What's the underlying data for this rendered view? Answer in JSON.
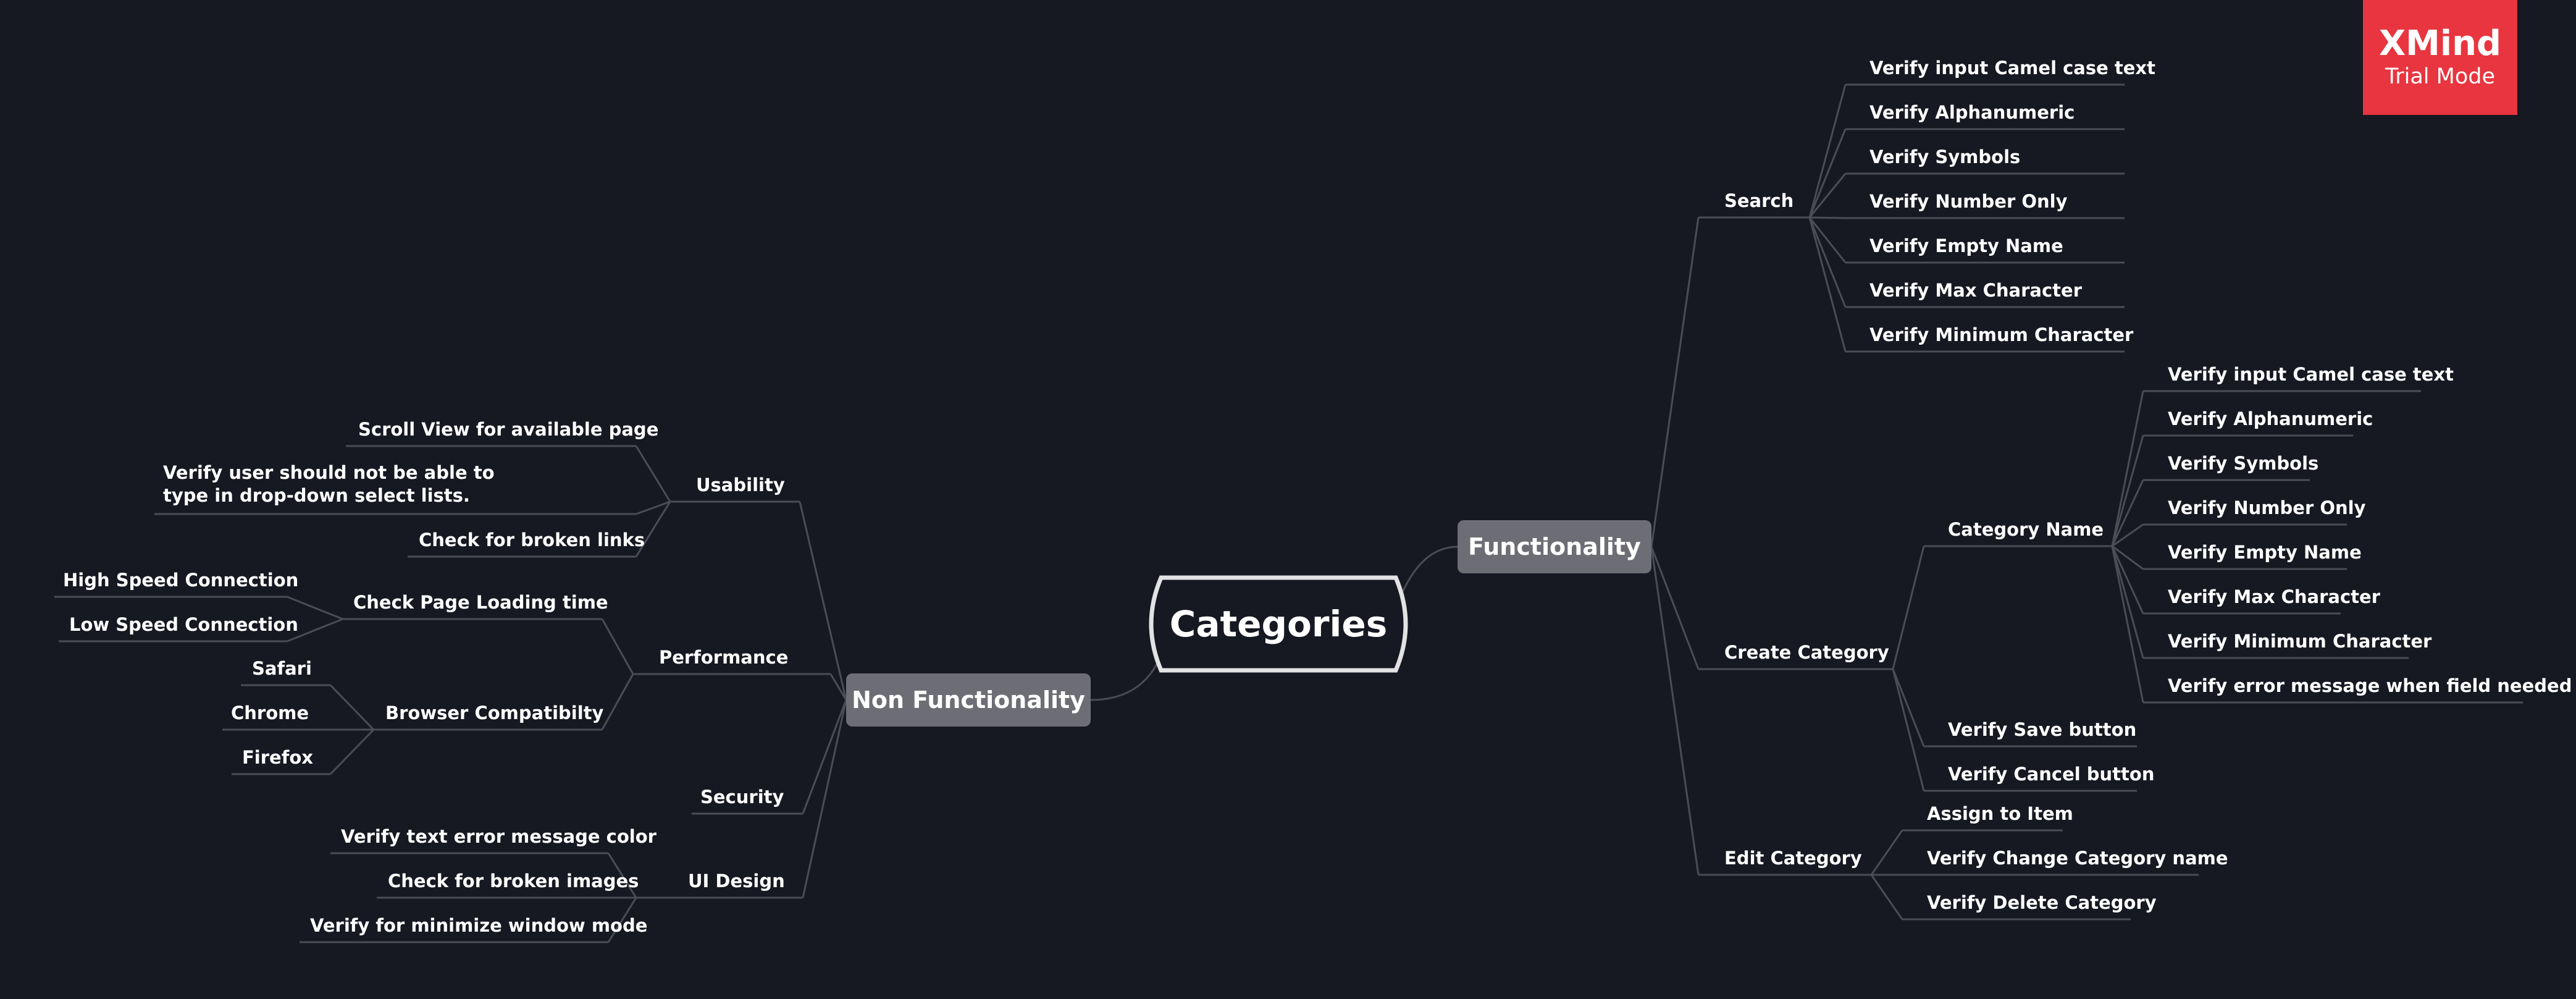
{
  "colors": {
    "background": "#161822",
    "link": "#4a4c56",
    "topic": "#6d6e75",
    "badge": "#e8353f",
    "text": "#ffffff"
  },
  "badge": {
    "brand": "XMind",
    "mode": "Trial Mode"
  },
  "central": "Categories",
  "functionality": {
    "label": "Functionality",
    "search": {
      "label": "Search",
      "items": [
        "Verify input Camel case text",
        "Verify Alphanumeric",
        "Verify Symbols",
        "Verify Number Only",
        "Verify Empty Name",
        "Verify Max Character",
        "Verify Minimum Character"
      ]
    },
    "create_category": {
      "label": "Create Category",
      "category_name": {
        "label": "Category Name",
        "items": [
          "Verify input Camel case text",
          "Verify Alphanumeric",
          "Verify Symbols",
          "Verify Number Only",
          "Verify Empty Name",
          "Verify Max Character",
          "Verify Minimum Character",
          "Verify error message when field needed"
        ]
      },
      "items": [
        "Verify Save button",
        "Verify Cancel button"
      ]
    },
    "edit_category": {
      "label": "Edit Category",
      "items": [
        "Assign to Item",
        "Verify Change Category name",
        "Verify Delete Category"
      ]
    }
  },
  "non_functionality": {
    "label": "Non Functionality",
    "usability": {
      "label": "Usability",
      "items": [
        "Scroll View for available page",
        "Verify user should not be able to type in drop-down select lists.",
        "Check for broken links"
      ]
    },
    "performance": {
      "label": "Performance",
      "page_loading": {
        "label": "Check Page Loading time",
        "items": [
          "High Speed Connection",
          "Low Speed Connection"
        ]
      },
      "browser": {
        "label": "Browser Compatibilty",
        "items": [
          "Safari",
          "Chrome",
          "Firefox"
        ]
      }
    },
    "security": {
      "label": "Security"
    },
    "ui_design": {
      "label": "UI Design",
      "items": [
        "Verify text error message color",
        "Check for broken images",
        "Verify for minimize window mode"
      ]
    }
  }
}
